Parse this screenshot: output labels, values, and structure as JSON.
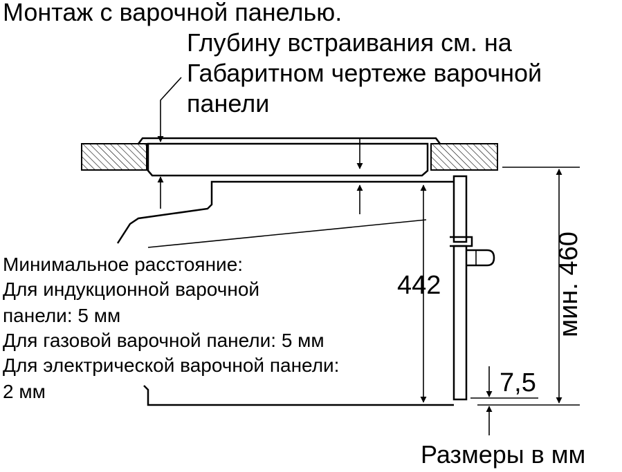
{
  "title": "Монтаж с варочной панелью.",
  "depth_note": [
    "Глубину встраивания см. на",
    "Габаритном чертеже варочной",
    "панели"
  ],
  "min_distance": [
    "Минимальное расстояние:",
    "Для индукционной варочной",
    "панели: 5 мм",
    "Для газовой варочной панели: 5 мм",
    "Для электрической варочной панели:",
    "2 мм"
  ],
  "dim_442": "442",
  "dim_460": "мин. 460",
  "dim_7_5": "7,5",
  "units_note": "Размеры в мм"
}
